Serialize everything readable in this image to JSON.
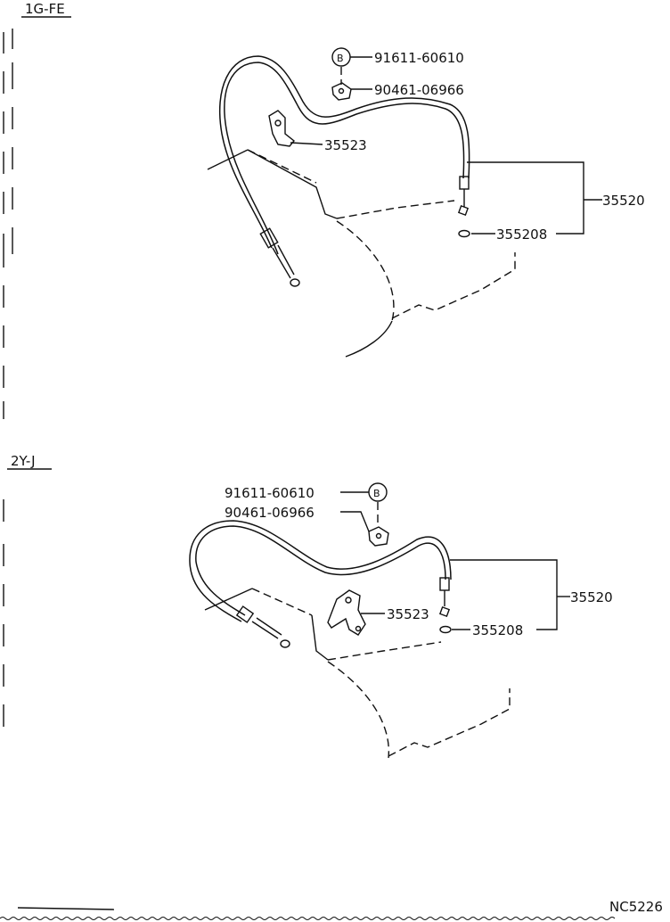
{
  "sections": [
    {
      "title": "1G-FE",
      "labels": {
        "bolt_part": "91611-60610",
        "bolt_mark": "B",
        "clamp_part": "90461-06966",
        "bracket_part": "35523",
        "cable_assembly": "35520",
        "clip_part": "355208"
      }
    },
    {
      "title": "2Y-J",
      "labels": {
        "bolt_part": "91611-60610",
        "bolt_mark": "B",
        "clamp_part": "90461-06966",
        "bracket_part": "35523",
        "cable_assembly": "35520",
        "clip_part": "355208"
      }
    }
  ],
  "footer": {
    "drawing_code": "NC5226"
  }
}
